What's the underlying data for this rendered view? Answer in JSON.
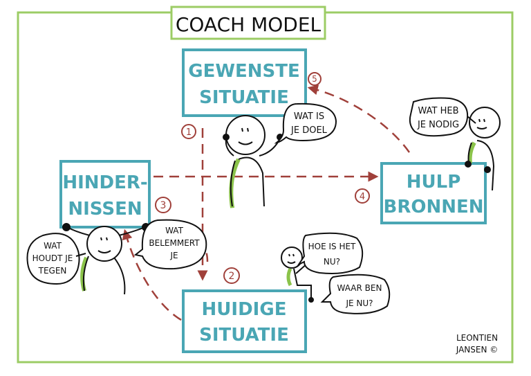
{
  "title": "COACH MODEL",
  "boxes": {
    "gewenste": [
      "GEWENSTE",
      "SITUATIE"
    ],
    "hindernissen": [
      "HINDER-",
      "NISSEN"
    ],
    "hulpbronnen": [
      "HULP",
      "BRONNEN"
    ],
    "huidige": [
      "HUIDIGE",
      "SITUATIE"
    ]
  },
  "steps": [
    "1",
    "2",
    "3",
    "4",
    "5"
  ],
  "bubbles": {
    "doel": [
      "WAT IS",
      "JE DOEL"
    ],
    "nodig": [
      "WAT HEB",
      "JE NODIG"
    ],
    "tegen": [
      "WAT",
      "HOUDT JE",
      "TEGEN"
    ],
    "belemmert": [
      "WAT",
      "BELEMMERT",
      "JE"
    ],
    "hoe": [
      "HOE IS HET",
      "NU?"
    ],
    "waar": [
      "WAAR BEN",
      "JE NU?"
    ]
  },
  "signature": [
    "LEONTIEN",
    "JANSEN ©"
  ],
  "colors": {
    "frame": "#9ccc65",
    "box": "#4aa6b4",
    "arrow": "#a0403a",
    "ink": "#111111",
    "body_accent": "#8bc34a"
  }
}
